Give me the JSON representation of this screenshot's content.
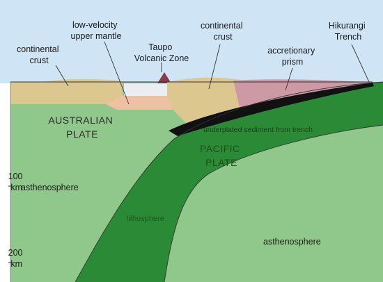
{
  "labels": {
    "continental_crust_left": [
      "continental",
      "crust"
    ],
    "low_velocity": [
      "low-velocity",
      "upper mantle"
    ],
    "taupo": [
      "Taupo",
      "Volcanic Zone"
    ],
    "continental_crust_mid": [
      "continental",
      "crust"
    ],
    "accretionary": [
      "accretionary",
      "prism"
    ],
    "hikurangi": [
      "Hikurangi",
      "Trench"
    ],
    "australian_plate": [
      "AUSTRALIAN",
      "PLATE"
    ],
    "pacific_plate": [
      "PACIFIC",
      "PLATE"
    ],
    "underplated": "underplated sediment from trench",
    "asthenosphere_left": "asthenosphere",
    "lithosphere": "lithosphere",
    "asthenosphere_right": "asthenosphere"
  },
  "depth_scale": {
    "tick_100": [
      "100",
      "km"
    ],
    "tick_200": [
      "200",
      "km"
    ]
  },
  "colors": {
    "sky": "#cfe4f5",
    "asthenosphere": "#8fc88a",
    "pacific_slab": "#2b8a35",
    "continental_crust": "#dcc78e",
    "accretionary_prism": "#cc99a4",
    "low_velocity_mantle": "#efc1a4",
    "taupo_zone": "#e9eef3",
    "sediment": "#111111"
  }
}
